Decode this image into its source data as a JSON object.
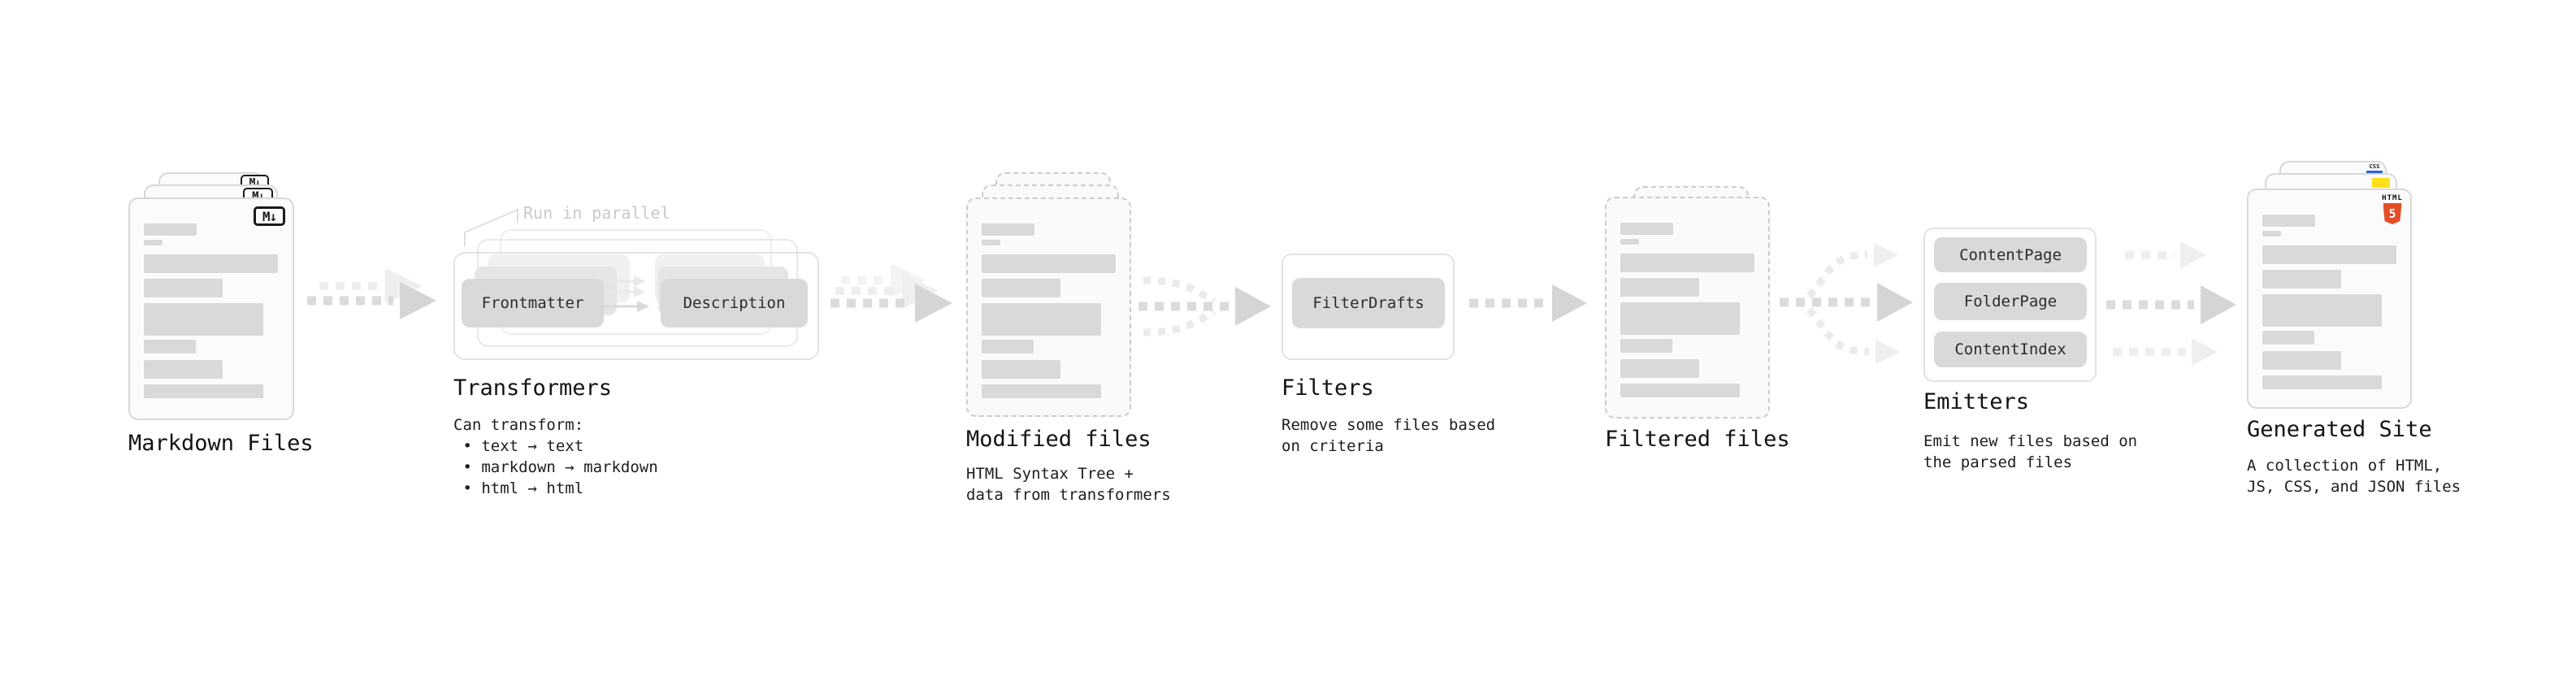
{
  "stages": [
    {
      "id": "markdown-files",
      "title": "Markdown Files"
    },
    {
      "id": "transformers",
      "title": "Transformers",
      "annotation": "Run in parallel",
      "buttons": [
        "Frontmatter",
        "Description"
      ],
      "subtitle": "Can transform:\n • text → text\n • markdown → markdown\n • html → html"
    },
    {
      "id": "modified-files",
      "title": "Modified files",
      "subtitle": "HTML Syntax Tree +\ndata from transformers"
    },
    {
      "id": "filters",
      "title": "Filters",
      "buttons": [
        "FilterDrafts"
      ],
      "subtitle": "Remove some files based\non criteria"
    },
    {
      "id": "filtered-files",
      "title": "Filtered files"
    },
    {
      "id": "emitters",
      "title": "Emitters",
      "buttons": [
        "ContentPage",
        "FolderPage",
        "ContentIndex"
      ],
      "subtitle": "Emit new files based on\nthe parsed files"
    },
    {
      "id": "generated-site",
      "title": "Generated Site",
      "subtitle": "A collection of HTML,\nJS, CSS, and JSON files"
    }
  ],
  "icons": {
    "markdown_badge": "M↓",
    "html5_label": "HTML",
    "html5_number": "5",
    "css_label": "CSS"
  },
  "colors": {
    "html5_orange": "#e44d26",
    "js_yellow": "#ffe01a",
    "css_blue": "#2b5fe3",
    "button_gray": "#d9d9d9",
    "bar_gray": "#d9d9d9",
    "annotation_gray": "#c9c9c9",
    "title_color": "#131313"
  }
}
